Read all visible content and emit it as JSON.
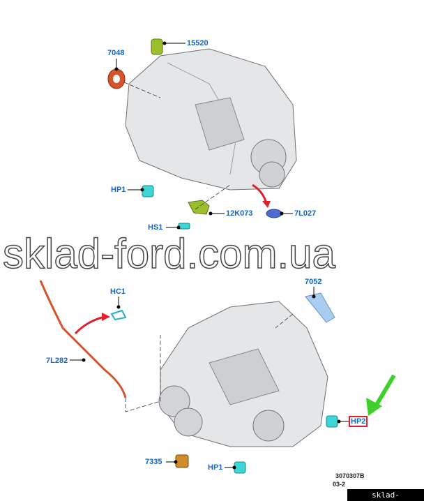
{
  "labels": {
    "p7048": "7048",
    "p15520": "15520",
    "hp1_top": "HP1",
    "p12k073": "12K073",
    "p7l027": "7L027",
    "hs1": "HS1",
    "p7052": "7052",
    "hc1": "HC1",
    "p7l282": "7L282",
    "hp2": "HP2",
    "p7335": "7335",
    "hp1_bottom": "HP1"
  },
  "watermark": "sklad-ford.com.ua",
  "diagram_code": "3070307B",
  "date_partial": "03-2",
  "footer_text": "sklad-ford.com.ua",
  "colors": {
    "label": "#1565c8",
    "arrow_red": "#e0202a",
    "arrow_green": "#3ecf2a"
  }
}
